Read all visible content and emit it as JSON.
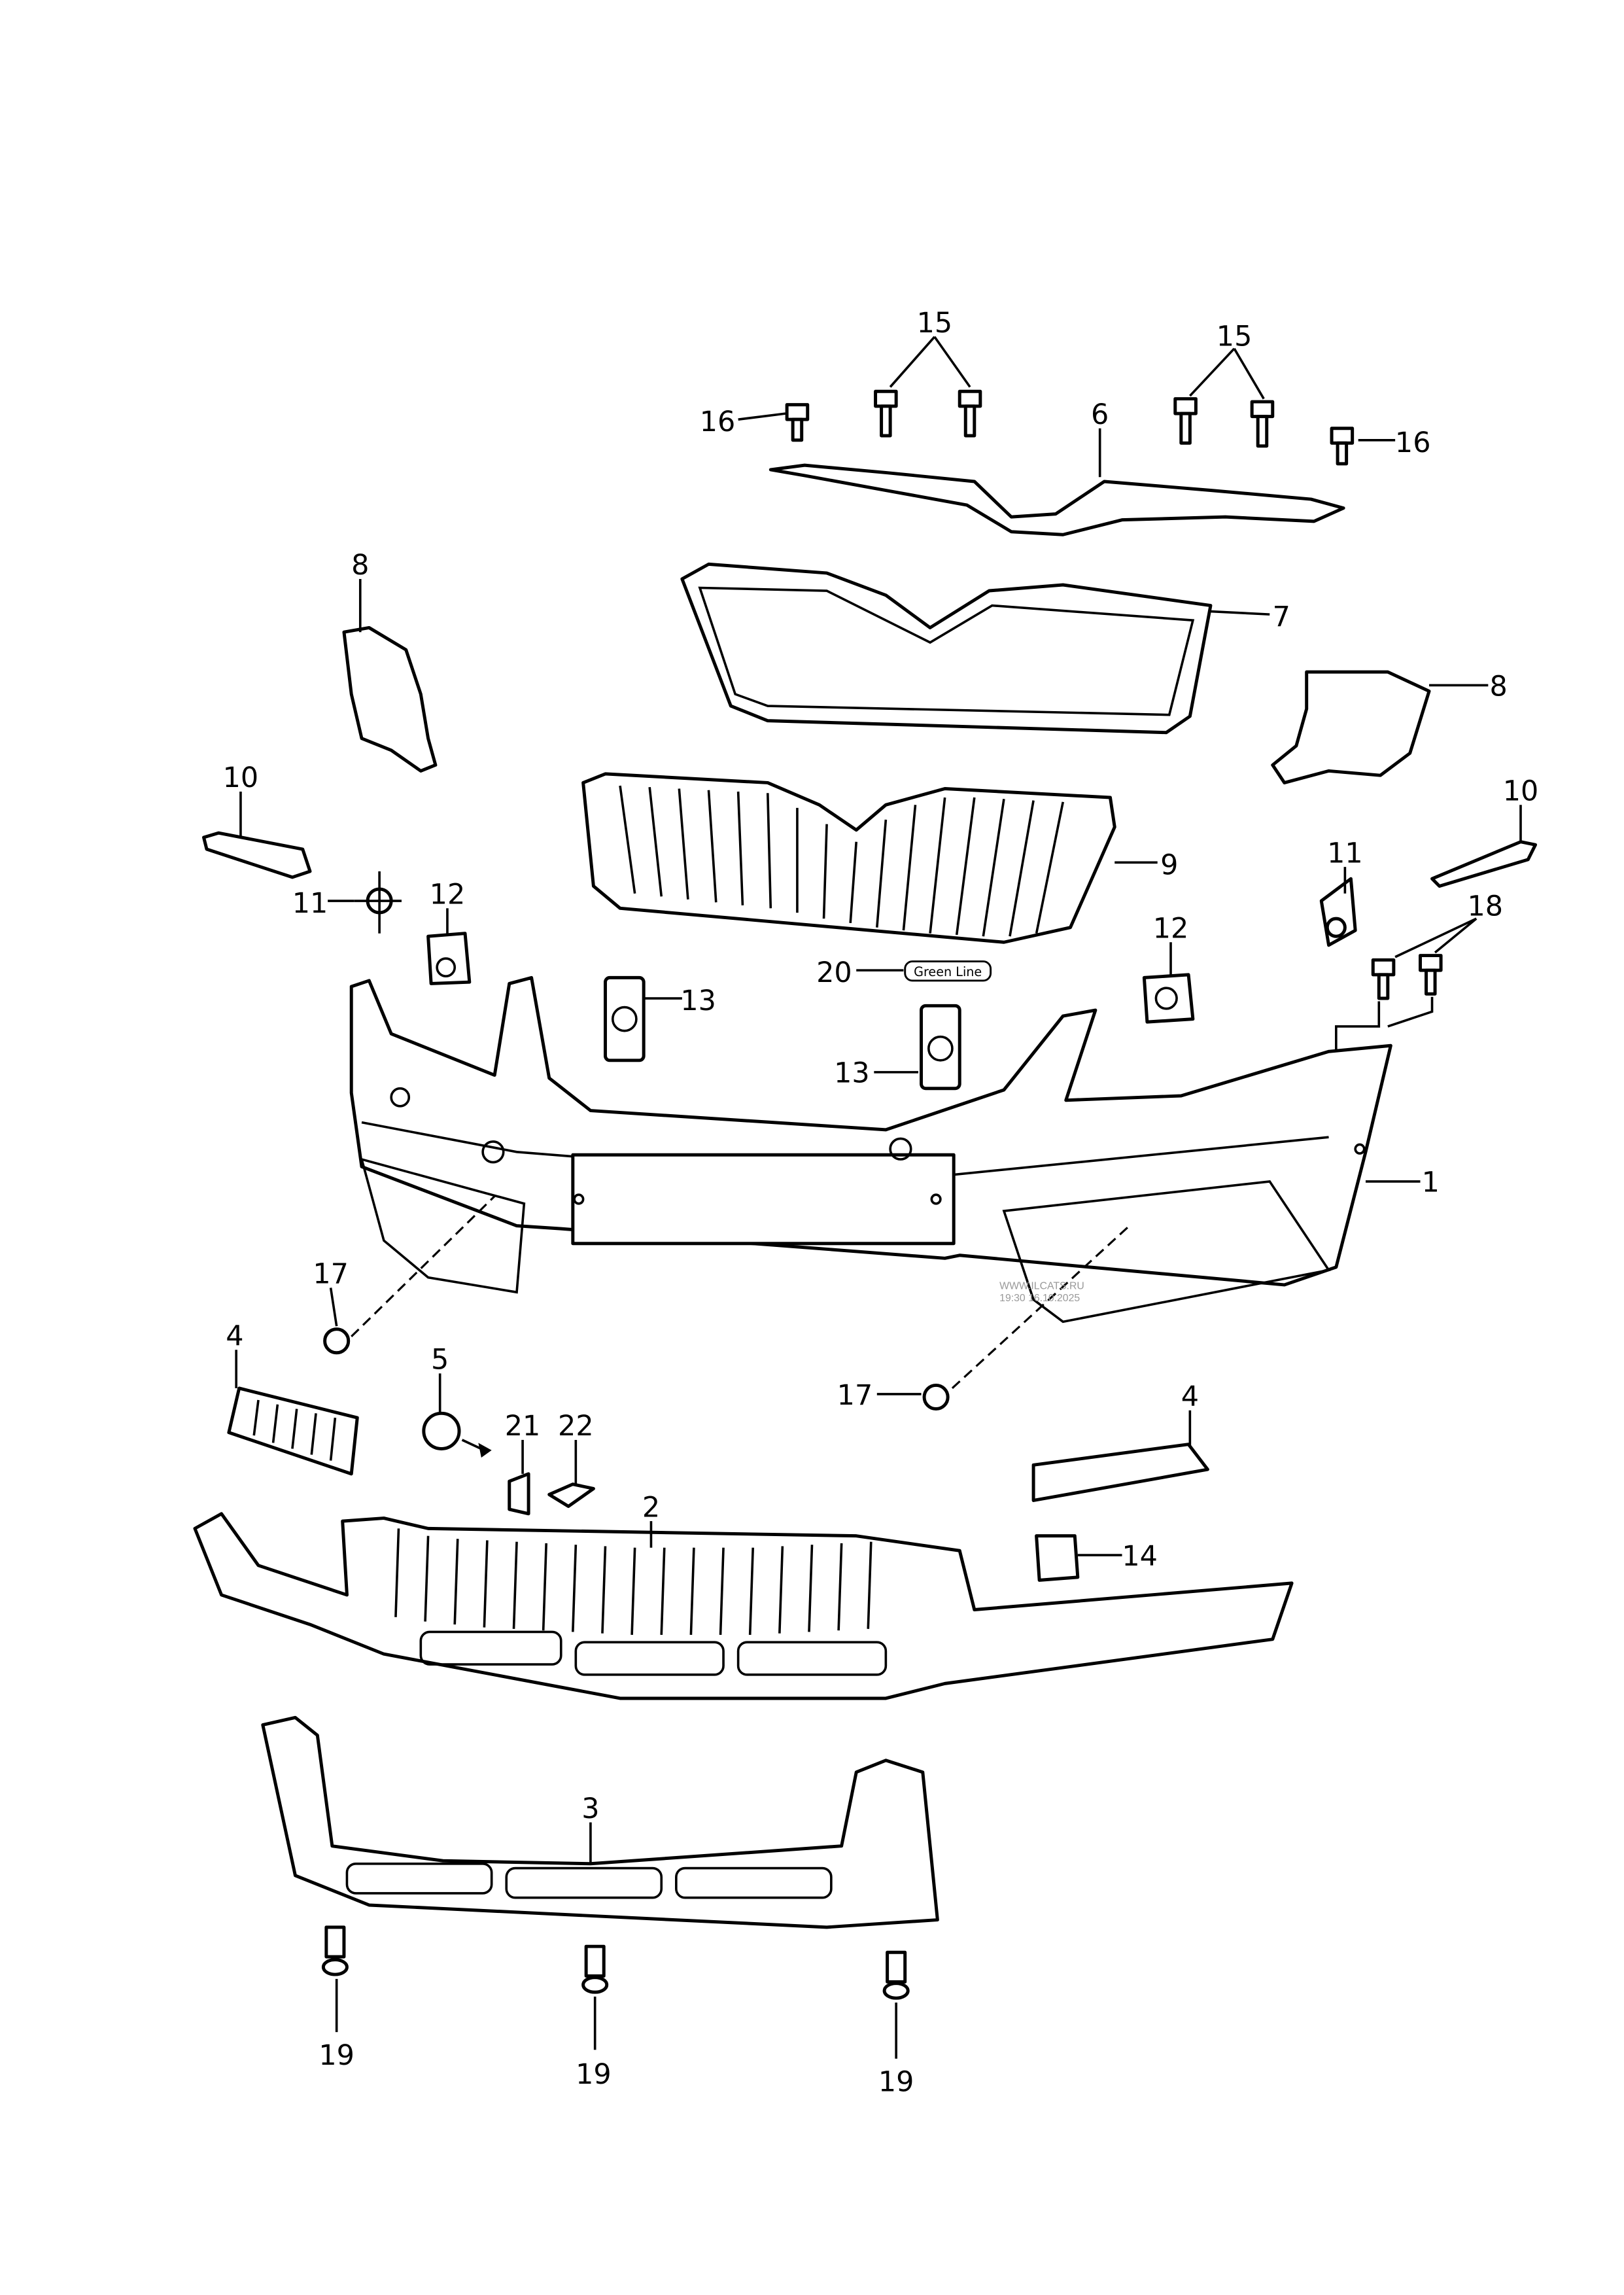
{
  "diagram": {
    "callouts": [
      {
        "id": "c15a",
        "label": "15"
      },
      {
        "id": "c15b",
        "label": "15"
      },
      {
        "id": "c16a",
        "label": "16"
      },
      {
        "id": "c16b",
        "label": "16"
      },
      {
        "id": "c6",
        "label": "6"
      },
      {
        "id": "c8a",
        "label": "8"
      },
      {
        "id": "c7",
        "label": "7"
      },
      {
        "id": "c8b",
        "label": "8"
      },
      {
        "id": "c10a",
        "label": "10"
      },
      {
        "id": "c10b",
        "label": "10"
      },
      {
        "id": "c9",
        "label": "9"
      },
      {
        "id": "c11a",
        "label": "11"
      },
      {
        "id": "c11b",
        "label": "11"
      },
      {
        "id": "c12a",
        "label": "12"
      },
      {
        "id": "c12b",
        "label": "12"
      },
      {
        "id": "c18",
        "label": "18"
      },
      {
        "id": "c20",
        "label": "20"
      },
      {
        "id": "c13a",
        "label": "13"
      },
      {
        "id": "c13b",
        "label": "13"
      },
      {
        "id": "c1",
        "label": "1"
      },
      {
        "id": "c17a",
        "label": "17"
      },
      {
        "id": "c17b",
        "label": "17"
      },
      {
        "id": "c4a",
        "label": "4"
      },
      {
        "id": "c4b",
        "label": "4"
      },
      {
        "id": "c5",
        "label": "5"
      },
      {
        "id": "c21",
        "label": "21"
      },
      {
        "id": "c22",
        "label": "22"
      },
      {
        "id": "c2",
        "label": "2"
      },
      {
        "id": "c14",
        "label": "14"
      },
      {
        "id": "c3",
        "label": "3"
      },
      {
        "id": "c19a",
        "label": "19"
      },
      {
        "id": "c19b",
        "label": "19"
      },
      {
        "id": "c19c",
        "label": "19"
      }
    ],
    "badge_label": "Green Line",
    "watermark": {
      "line1": "WWW.ILCATS.RU",
      "line2": "19:30 16.10.2025"
    }
  }
}
